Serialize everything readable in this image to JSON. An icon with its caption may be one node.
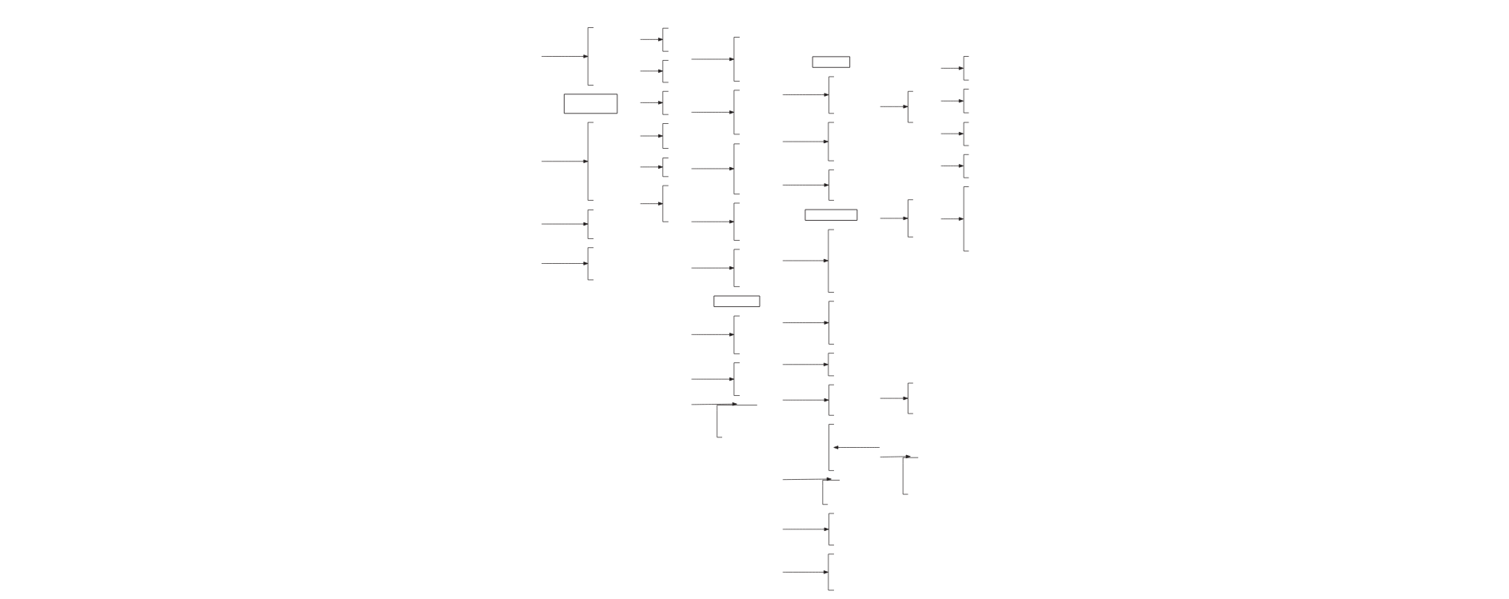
{
  "diagram": {
    "nodes": [
      {
        "text": [],
        "shape": "box"
      },
      {
        "text": [],
        "shape": "bracket"
      },
      {
        "text": [],
        "shape": "bracket"
      },
      {
        "text": [],
        "shape": "bracket"
      },
      {
        "text": [],
        "shape": "bracket"
      },
      {
        "text": [],
        "shape": "bracket"
      },
      {
        "text": [],
        "shape": "bracket"
      },
      {
        "text": [],
        "shape": "bracket"
      },
      {
        "text": [],
        "shape": "bracket"
      },
      {
        "text": [],
        "shape": "bracket"
      },
      {
        "text": [],
        "shape": "bracket"
      },
      {
        "text": [],
        "shape": "bracket"
      },
      {
        "text": [],
        "shape": "bracket"
      },
      {
        "text": [],
        "shape": "bracket"
      },
      {
        "text": [],
        "shape": "bracket"
      },
      {
        "text": [],
        "shape": "bracket"
      },
      {
        "text": [],
        "shape": "box"
      },
      {
        "text": [],
        "shape": "bracket"
      },
      {
        "text": [],
        "shape": "bracket"
      },
      {
        "text": [],
        "shape": "bracket"
      },
      {
        "text": [],
        "shape": "box"
      },
      {
        "text": [],
        "shape": "bracket"
      },
      {
        "text": [],
        "shape": "bracket"
      },
      {
        "text": [],
        "shape": "bracket"
      },
      {
        "text": [],
        "shape": "bracket"
      },
      {
        "text": [],
        "shape": "bracket"
      },
      {
        "text": [],
        "shape": "bracket"
      },
      {
        "text": [],
        "shape": "box"
      },
      {
        "text": [],
        "shape": "bracket"
      },
      {
        "text": [],
        "shape": "bracket"
      },
      {
        "text": [],
        "shape": "bracket"
      },
      {
        "text": [],
        "shape": "bracket"
      },
      {
        "text": [],
        "shape": "bracket"
      },
      {
        "text": [],
        "shape": "bracket"
      },
      {
        "text": [],
        "shape": "bracket"
      },
      {
        "text": [],
        "shape": "bracket"
      },
      {
        "text": [],
        "shape": "bracket"
      },
      {
        "text": [],
        "shape": "bracket"
      },
      {
        "text": [],
        "shape": "bracket"
      },
      {
        "text": [],
        "shape": "bracket"
      },
      {
        "text": [],
        "shape": "bracket"
      },
      {
        "text": [],
        "shape": "bracket"
      }
    ],
    "edges": [
      {
        "from": null,
        "to": 1,
        "arrow": "to"
      },
      {
        "from": null,
        "to": 2,
        "arrow": "to"
      },
      {
        "from": null,
        "to": 3,
        "arrow": "to"
      },
      {
        "from": null,
        "to": 4,
        "arrow": "to"
      },
      {
        "from": null,
        "to": 5,
        "arrow": "to"
      },
      {
        "from": null,
        "to": 6,
        "arrow": "to"
      },
      {
        "from": null,
        "to": 7,
        "arrow": "to"
      },
      {
        "from": null,
        "to": 8,
        "arrow": "to"
      },
      {
        "from": null,
        "to": 9,
        "arrow": "to"
      },
      {
        "from": null,
        "to": 10,
        "arrow": "to"
      },
      {
        "from": null,
        "to": 11,
        "arrow": "to"
      },
      {
        "from": null,
        "to": 12,
        "arrow": "to"
      },
      {
        "from": null,
        "to": 13,
        "arrow": "to"
      },
      {
        "from": null,
        "to": 14,
        "arrow": "to"
      },
      {
        "from": null,
        "to": 15,
        "arrow": "to"
      },
      {
        "from": null,
        "to": 17,
        "arrow": "to"
      },
      {
        "from": null,
        "to": 18,
        "arrow": "to"
      },
      {
        "from": null,
        "to": 19,
        "arrow": "to"
      },
      {
        "from": null,
        "to": 21,
        "arrow": "to"
      },
      {
        "from": null,
        "to": 22,
        "arrow": "to"
      },
      {
        "from": null,
        "to": 23,
        "arrow": "to"
      },
      {
        "from": null,
        "to": 24,
        "arrow": "to"
      },
      {
        "from": null,
        "to": 25,
        "arrow": "to"
      },
      {
        "from": null,
        "to": 26,
        "arrow": "to"
      },
      {
        "from": null,
        "to": 28,
        "arrow": "to"
      },
      {
        "from": null,
        "to": 29,
        "arrow": "to"
      },
      {
        "from": null,
        "to": 30,
        "arrow": "to"
      },
      {
        "from": null,
        "to": 31,
        "arrow": "to"
      },
      {
        "from": null,
        "to": 32,
        "arrow": "to"
      },
      {
        "from": null,
        "to": 33,
        "arrow": "to"
      },
      {
        "from": null,
        "to": 34,
        "arrow": "to"
      },
      {
        "from": null,
        "to": 35,
        "arrow": "to"
      },
      {
        "from": null,
        "to": 36,
        "arrow": "to"
      },
      {
        "from": null,
        "to": 37,
        "arrow": "to"
      },
      {
        "from": null,
        "to": 38,
        "arrow": "to"
      },
      {
        "from": null,
        "to": 39,
        "arrow": "to"
      },
      {
        "from": null,
        "to": 40,
        "arrow": "to"
      },
      {
        "from": null,
        "to": 41,
        "arrow": "to"
      }
    ]
  }
}
